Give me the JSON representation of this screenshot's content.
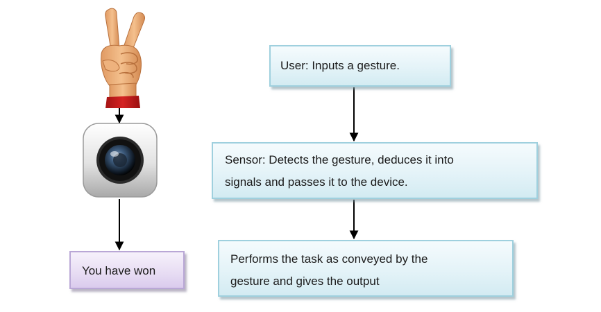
{
  "diagram": {
    "flow_steps": [
      {
        "id": "user",
        "text": "User: Inputs a gesture."
      },
      {
        "id": "sensor",
        "line1": "Sensor: Detects the gesture, deduces it into",
        "line2": "signals and passes it to the device."
      },
      {
        "id": "perform",
        "line1": "Performs the task as conveyed by the",
        "line2": "gesture and gives the output"
      }
    ],
    "result_text": "You have won",
    "icons": [
      "victory-hand-icon",
      "camera-icon"
    ],
    "colors": {
      "flow_box_fill": "#e4f3f8",
      "flow_box_border": "#9fd0de",
      "result_box_fill": "#e7dcf3",
      "result_box_border": "#b9a7d6",
      "arrow": "#000000"
    }
  }
}
